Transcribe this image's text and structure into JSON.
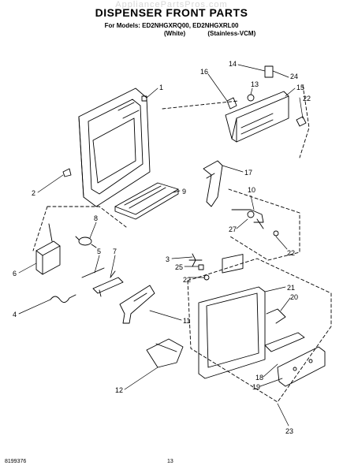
{
  "header": {
    "watermark": "AppliancePartsPros.com",
    "title": "DISPENSER FRONT PARTS",
    "models_line": "For Models: ED2NHGXRQ00, ED2NHGXRL00",
    "variant_white": "(White)",
    "variant_stainless": "(Stainless-VCM)"
  },
  "callouts": [
    {
      "id": "1",
      "label": "1"
    },
    {
      "id": "2",
      "label": "2"
    },
    {
      "id": "3",
      "label": "3"
    },
    {
      "id": "4",
      "label": "4"
    },
    {
      "id": "5",
      "label": "5"
    },
    {
      "id": "6",
      "label": "6"
    },
    {
      "id": "7",
      "label": "7"
    },
    {
      "id": "8",
      "label": "8"
    },
    {
      "id": "9",
      "label": "9"
    },
    {
      "id": "10",
      "label": "10"
    },
    {
      "id": "11",
      "label": "11"
    },
    {
      "id": "12",
      "label": "12"
    },
    {
      "id": "13",
      "label": "13"
    },
    {
      "id": "14",
      "label": "14"
    },
    {
      "id": "15",
      "label": "15"
    },
    {
      "id": "16",
      "label": "16"
    },
    {
      "id": "17",
      "label": "17"
    },
    {
      "id": "18",
      "label": "18"
    },
    {
      "id": "19",
      "label": "19"
    },
    {
      "id": "20",
      "label": "20"
    },
    {
      "id": "21",
      "label": "21"
    },
    {
      "id": "22a",
      "label": "22"
    },
    {
      "id": "22b",
      "label": "22"
    },
    {
      "id": "22c",
      "label": "22"
    },
    {
      "id": "23",
      "label": "23"
    },
    {
      "id": "24",
      "label": "24"
    },
    {
      "id": "25",
      "label": "25"
    },
    {
      "id": "27",
      "label": "27"
    }
  ],
  "footer": {
    "document_number": "8199376",
    "page_number": "13"
  }
}
